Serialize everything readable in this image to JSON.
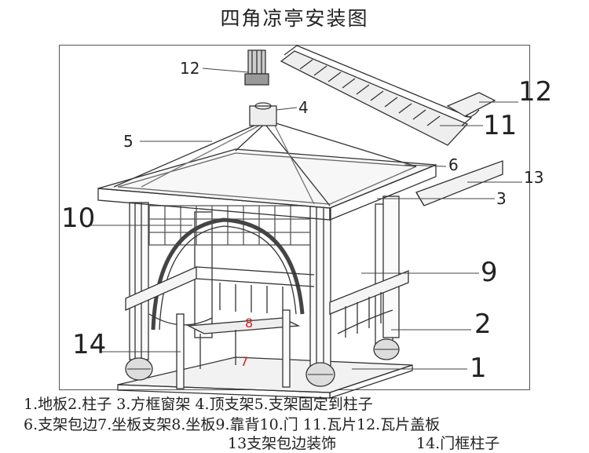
{
  "title": "四角凉亭安装图",
  "callouts": {
    "n12_top": "12",
    "n4": "4",
    "n5": "5",
    "n12_big": "12",
    "n11": "11",
    "n6": "6",
    "n13": "13",
    "n3": "3",
    "n10": "10",
    "n9": "9",
    "n2": "2",
    "n14": "14",
    "n1": "1",
    "n8": "8",
    "n7": "7"
  },
  "legend": {
    "line1": "1.地板2.柱子  3.方框窗架  4.顶支架5.支架固定到柱子",
    "line2": "6.支架包边7.坐板支架8.坐板9.靠背10.门  11.瓦片12.瓦片盖板",
    "line3a": "13支架包边装饰",
    "line3b": "14.门框柱子"
  }
}
